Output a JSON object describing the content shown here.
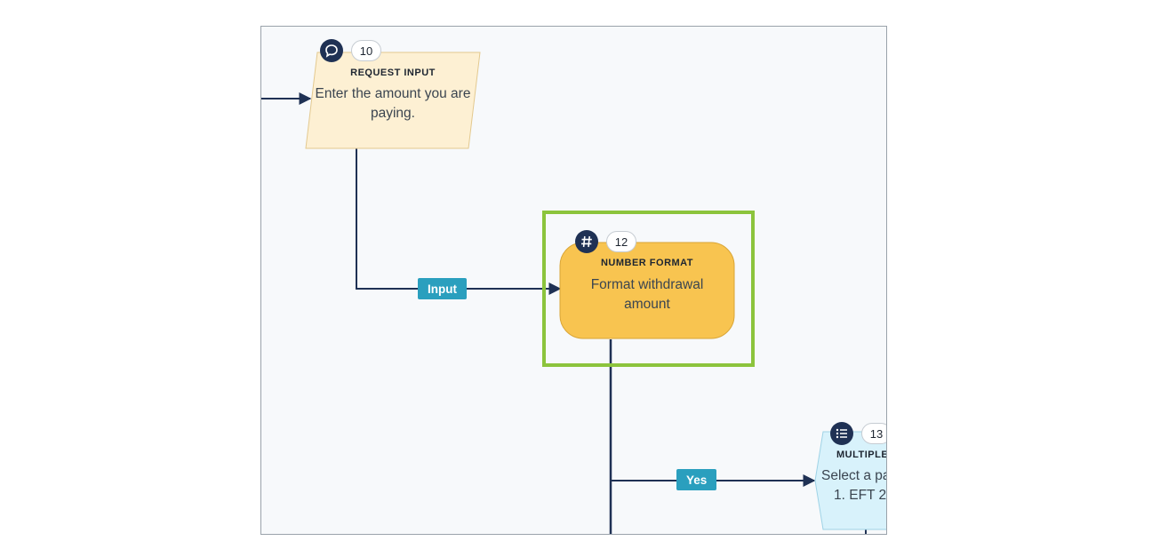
{
  "canvas": {
    "nodes": [
      {
        "id": "request-input",
        "number": "10",
        "icon": "chat-bubble-icon",
        "type_label": "REQUEST INPUT",
        "text_lines": [
          "Enter the amount you are",
          "paying."
        ],
        "fill": "#fdf0d3",
        "stroke": "#e3c98f"
      },
      {
        "id": "number-format",
        "number": "12",
        "icon": "hash-icon",
        "type_label": "NUMBER FORMAT",
        "text_lines": [
          "Format withdrawal",
          "amount"
        ],
        "fill": "#f8c450",
        "stroke": "#d9a536"
      },
      {
        "id": "multiple-choice",
        "number": "13",
        "icon": "list-icon",
        "type_label": "MULTIPLE",
        "text_lines": [
          "Select a pa",
          "1. EFT 2"
        ],
        "fill": "#d8f2fb",
        "stroke": "#9fd3e6"
      }
    ],
    "edge_labels": {
      "input": "Input",
      "yes": "Yes"
    },
    "colors": {
      "wire": "#1f3154",
      "edge_label": "#2a9fbe",
      "selection": "#8cc43c",
      "badge": "#1f3154"
    }
  }
}
